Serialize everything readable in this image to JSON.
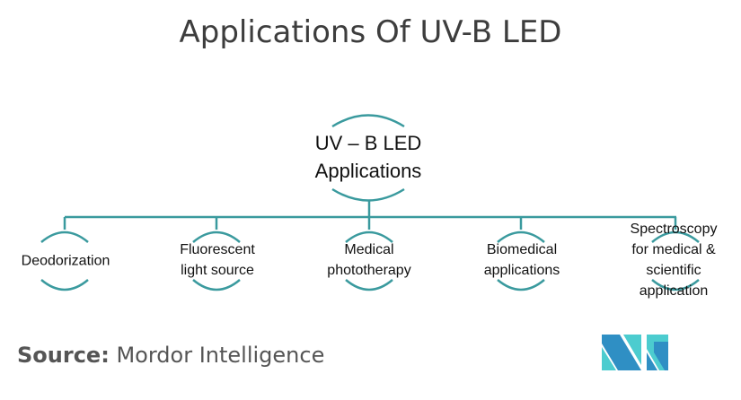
{
  "title": "Applications Of UV-B LED",
  "colors": {
    "connector": "#3a9a9e",
    "text": "#111111",
    "title": "#3d3d3d",
    "source": "#555555",
    "logo_dark": "#2f8fc4",
    "logo_light": "#4ccccf"
  },
  "root": {
    "line1": "UV – B LED",
    "line2": "Applications"
  },
  "children": [
    {
      "line1": "Deodorization",
      "line2": "",
      "line3": "",
      "line4": ""
    },
    {
      "line1": "Fluorescent",
      "line2": "light source",
      "line3": "",
      "line4": ""
    },
    {
      "line1": "Medical",
      "line2": "phototherapy",
      "line3": "",
      "line4": ""
    },
    {
      "line1": "Biomedical",
      "line2": "applications",
      "line3": "",
      "line4": ""
    },
    {
      "line1": "Spectroscopy",
      "line2": "for medical &",
      "line3": "scientific",
      "line4": "application"
    }
  ],
  "source": {
    "label": "Source:",
    "value": "Mordor Intelligence"
  },
  "logo": {
    "icon": "mordor-intelligence-logo-icon"
  }
}
